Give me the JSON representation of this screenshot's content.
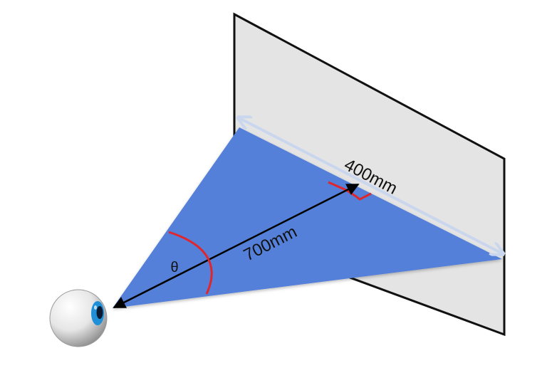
{
  "diagram": {
    "width_label": "400mm",
    "distance_label": "700mm",
    "angle_label": "θ"
  },
  "colors": {
    "screen_fill": "#e4e4e4",
    "screen_stroke": "#111111",
    "cone_fill": "#5480d9",
    "width_arrow": "#c9d6ee",
    "distance_arrow": "#000000",
    "angle_arc": "#e0252b",
    "right_angle_marker": "#e0252b",
    "iris": "#1f8fd8",
    "pupil": "#0a1a33"
  },
  "icons": {
    "eye": "eye-icon"
  }
}
